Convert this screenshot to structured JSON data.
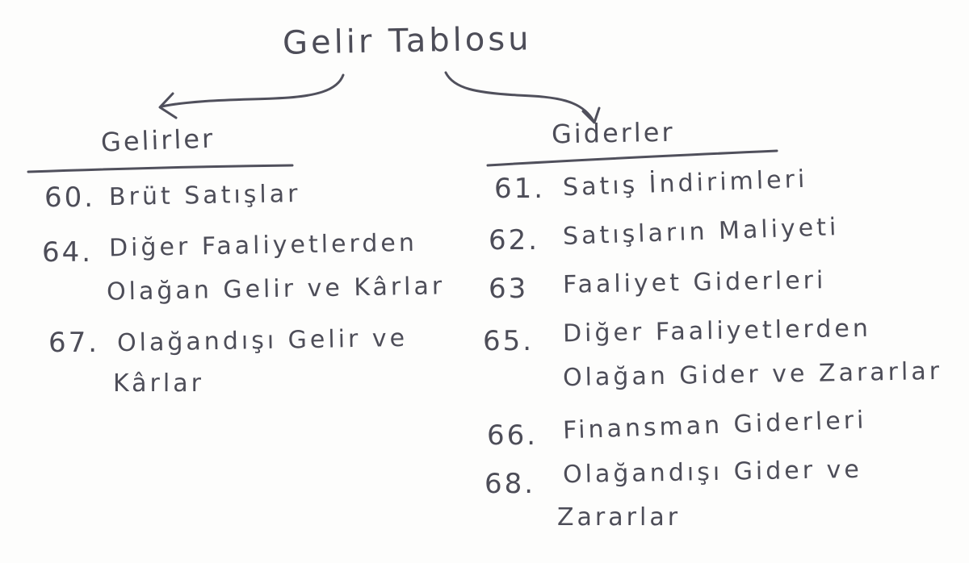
{
  "title": "Gelir Tablosu",
  "left": {
    "heading": "Gelirler",
    "items": [
      {
        "code": "60.",
        "lines": [
          "Brüt Satışlar"
        ]
      },
      {
        "code": "64.",
        "lines": [
          "Diğer Faaliyetlerden",
          "Olağan Gelir ve Kârlar"
        ]
      },
      {
        "code": "67.",
        "lines": [
          "Olağandışı Gelir ve",
          "Kârlar"
        ]
      }
    ]
  },
  "right": {
    "heading": "Giderler",
    "items": [
      {
        "code": "61.",
        "lines": [
          "Satış İndirimleri"
        ]
      },
      {
        "code": "62.",
        "lines": [
          "Satışların Maliyeti"
        ]
      },
      {
        "code": "63",
        "lines": [
          "Faaliyet Giderleri"
        ]
      },
      {
        "code": "65.",
        "lines": [
          "Diğer Faaliyetlerden",
          "Olağan Gider ve Zararlar"
        ]
      },
      {
        "code": "66.",
        "lines": [
          "Finansman Giderleri"
        ]
      },
      {
        "code": "68.",
        "lines": [
          "Olağandışı Gider ve",
          "Zararlar"
        ]
      }
    ]
  }
}
